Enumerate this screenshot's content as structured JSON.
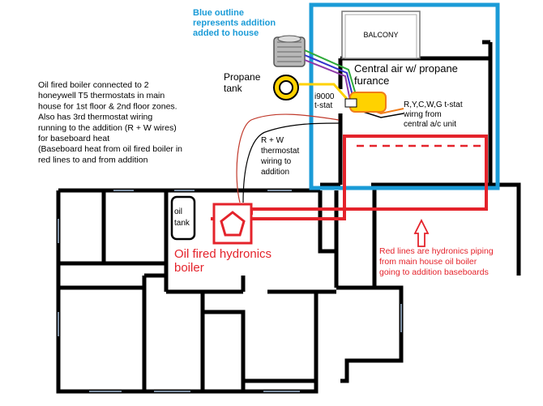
{
  "notes": {
    "blue_outline": "Blue outline\nrepresents addition\nadded to house",
    "boiler_info": "Oil fired boiler connected to 2\nhoneywell T5 thermostats in main\nhouse for 1st floor & 2nd floor zones.\nAlso has 3rd thermostat wiring\nrunning to the addition (R + W wires)\nfor baseboard heat\n(Baseboard heat from oil fired boiler in\nred lines to and from addition",
    "red_lines": "Red lines are hydronics piping\nfrom main house oil boiler\ngoing to addition baseboards"
  },
  "labels": {
    "balcony": "BALCONY",
    "central_air": "Central air w/ propane\nfurance",
    "propane_tank": "Propane\ntank",
    "tstat": "i9000\nt-stat",
    "tstat_wiring": "R,Y,C,W,G t-stat\nwirng from\ncentral a/c unit",
    "rw_wiring": "R + W\nthermostat\nwiring to\naddition",
    "oil_tank": "oil\ntank",
    "boiler": "Oil fired hydronics\nboiler"
  },
  "colors": {
    "addition_outline": "#1a9bd7",
    "hydronics_red": "#e4232b",
    "wall_black": "#000000",
    "propane_yellow": "#ffd200",
    "wire_green": "#2eaa3a",
    "wire_blue": "#3333cc",
    "wire_purple": "#8e3aa8",
    "wire_orange": "#f07d1a",
    "note_blue": "#1a9bd7"
  },
  "icons": [
    "ac-condenser-icon",
    "propane-tank-icon",
    "boiler-pentagon-icon",
    "up-arrow-icon"
  ]
}
